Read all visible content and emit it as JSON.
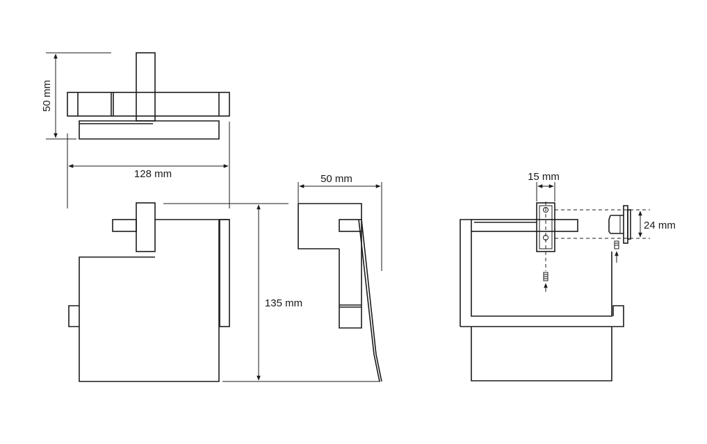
{
  "diagram": {
    "dimensions": {
      "depth_top": "50 mm",
      "width": "128 mm",
      "depth_side": "50 mm",
      "height": "135 mm",
      "bracket_width": "15 mm",
      "bracket_spacing": "24 mm"
    }
  }
}
